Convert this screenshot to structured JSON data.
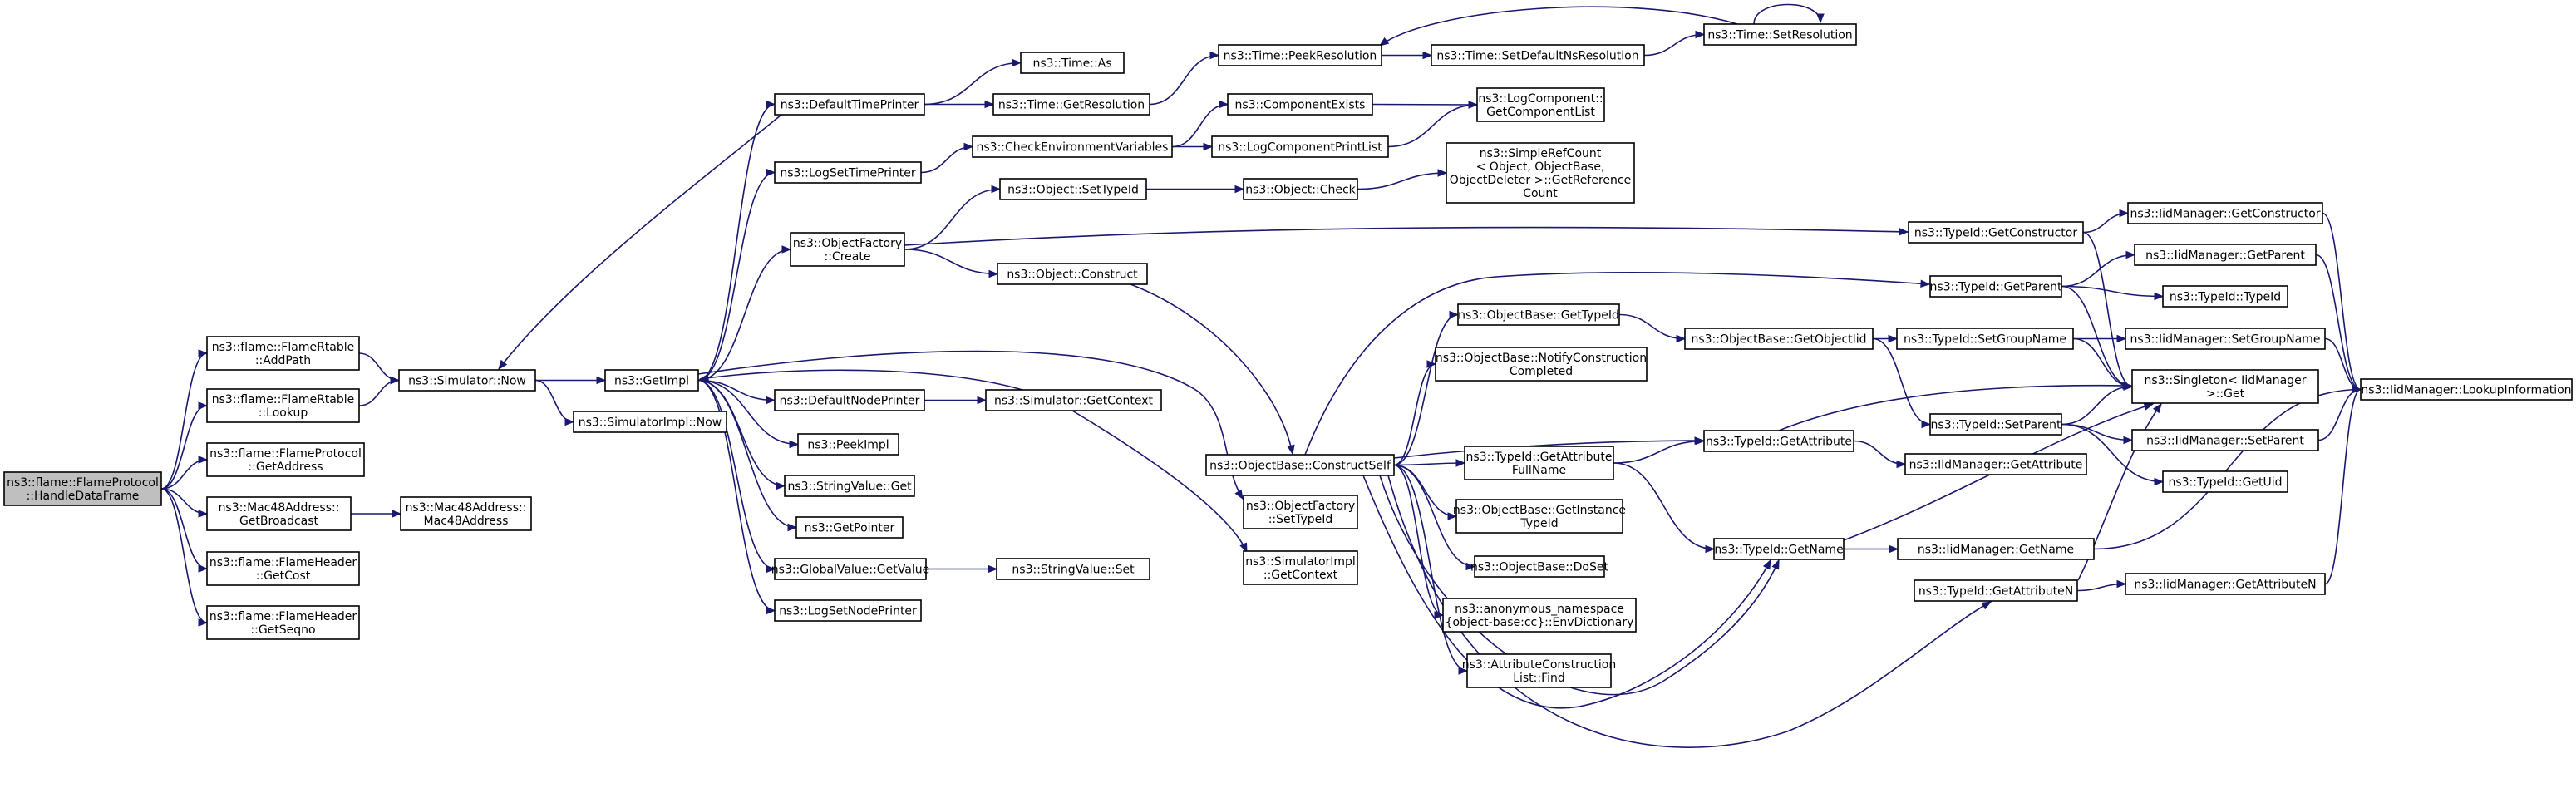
{
  "title": "",
  "colors": {
    "edge": "#191970",
    "root_fill": "#bfbfbf",
    "node_fill": "#ffffff",
    "border": "#000000"
  },
  "nodes": [
    {
      "id": "root",
      "lines": [
        "ns3::flame::FlameProtocol",
        "::HandleDataFrame"
      ],
      "current": true
    },
    {
      "id": "addpath",
      "lines": [
        "ns3::flame::FlameRtable",
        "::AddPath"
      ]
    },
    {
      "id": "lookup",
      "lines": [
        "ns3::flame::FlameRtable",
        "::Lookup"
      ]
    },
    {
      "id": "getaddress",
      "lines": [
        "ns3::flame::FlameProtocol",
        "::GetAddress"
      ]
    },
    {
      "id": "getbroadcast",
      "lines": [
        "ns3::Mac48Address::",
        "GetBroadcast"
      ]
    },
    {
      "id": "mac48",
      "lines": [
        "ns3::Mac48Address::",
        "Mac48Address"
      ]
    },
    {
      "id": "getcost",
      "lines": [
        "ns3::flame::FlameHeader",
        "::GetCost"
      ]
    },
    {
      "id": "getseqno",
      "lines": [
        "ns3::flame::FlameHeader",
        "::GetSeqno"
      ]
    },
    {
      "id": "simnow",
      "lines": [
        "ns3::Simulator::Now"
      ]
    },
    {
      "id": "simimplnow",
      "lines": [
        "ns3::SimulatorImpl::Now"
      ]
    },
    {
      "id": "getimpl",
      "lines": [
        "ns3::GetImpl"
      ]
    },
    {
      "id": "defaulttimeprinter",
      "lines": [
        "ns3::DefaultTimePrinter"
      ]
    },
    {
      "id": "logsettimeprinter",
      "lines": [
        "ns3::LogSetTimePrinter"
      ]
    },
    {
      "id": "objfactorycreate",
      "lines": [
        "ns3::ObjectFactory",
        "::Create"
      ]
    },
    {
      "id": "defaultnodeprinter",
      "lines": [
        "ns3::DefaultNodePrinter"
      ]
    },
    {
      "id": "peekimpl",
      "lines": [
        "ns3::PeekImpl"
      ]
    },
    {
      "id": "stringvalueget",
      "lines": [
        "ns3::StringValue::Get"
      ]
    },
    {
      "id": "getpointer",
      "lines": [
        "ns3::GetPointer"
      ]
    },
    {
      "id": "globalvalueget",
      "lines": [
        "ns3::GlobalValue::GetValue"
      ]
    },
    {
      "id": "logsetnodeprinter",
      "lines": [
        "ns3::LogSetNodePrinter"
      ]
    },
    {
      "id": "timeas",
      "lines": [
        "ns3::Time::As"
      ]
    },
    {
      "id": "timegetres",
      "lines": [
        "ns3::Time::GetResolution"
      ]
    },
    {
      "id": "checkenv",
      "lines": [
        "ns3::CheckEnvironmentVariables"
      ]
    },
    {
      "id": "objsettypeid",
      "lines": [
        "ns3::Object::SetTypeId"
      ]
    },
    {
      "id": "objconstruct",
      "lines": [
        "ns3::Object::Construct"
      ]
    },
    {
      "id": "simgetcontext",
      "lines": [
        "ns3::Simulator::GetContext"
      ]
    },
    {
      "id": "stringvalueset",
      "lines": [
        "ns3::StringValue::Set"
      ]
    },
    {
      "id": "timepeekres",
      "lines": [
        "ns3::Time::PeekResolution"
      ]
    },
    {
      "id": "componentexists",
      "lines": [
        "ns3::ComponentExists"
      ]
    },
    {
      "id": "logcompprintlist",
      "lines": [
        "ns3::LogComponentPrintList"
      ]
    },
    {
      "id": "objcheck",
      "lines": [
        "ns3::Object::Check"
      ]
    },
    {
      "id": "objbaseconstructself",
      "lines": [
        "ns3::ObjectBase::ConstructSelf"
      ]
    },
    {
      "id": "objfactorysettypeid",
      "lines": [
        "ns3::ObjectFactory",
        "::SetTypeId"
      ]
    },
    {
      "id": "simimplgetcontext",
      "lines": [
        "ns3::SimulatorImpl",
        "::GetContext"
      ]
    },
    {
      "id": "timesetdefaultns",
      "lines": [
        "ns3::Time::SetDefaultNsResolution"
      ]
    },
    {
      "id": "logcompgetlist",
      "lines": [
        "ns3::LogComponent::",
        "GetComponentList"
      ]
    },
    {
      "id": "simplerefcount",
      "lines": [
        "ns3::SimpleRefCount",
        "< Object, ObjectBase,",
        "ObjectDeleter >::GetReference",
        "Count"
      ]
    },
    {
      "id": "objbasegettypeid",
      "lines": [
        "ns3::ObjectBase::GetTypeId"
      ]
    },
    {
      "id": "objbasenotify",
      "lines": [
        "ns3::ObjectBase::NotifyConstruction",
        "Completed"
      ]
    },
    {
      "id": "typeidgetattrfullname",
      "lines": [
        "ns3::TypeId::GetAttribute",
        "FullName"
      ]
    },
    {
      "id": "objbasegetinstance",
      "lines": [
        "ns3::ObjectBase::GetInstance",
        "TypeId"
      ]
    },
    {
      "id": "objbasedoset",
      "lines": [
        "ns3::ObjectBase::DoSet"
      ]
    },
    {
      "id": "anonenvdict",
      "lines": [
        "ns3::anonymous_namespace",
        "{object-base:cc}::EnvDictionary"
      ]
    },
    {
      "id": "attrconstructionfind",
      "lines": [
        "ns3::AttributeConstruction",
        "List::Find"
      ]
    },
    {
      "id": "timesetres",
      "lines": [
        "ns3::Time::SetResolution"
      ]
    },
    {
      "id": "typeidgetconstructor",
      "lines": [
        "ns3::TypeId::GetConstructor"
      ]
    },
    {
      "id": "typeidgetparent",
      "lines": [
        "ns3::TypeId::GetParent"
      ]
    },
    {
      "id": "objbasegetobjectiid",
      "lines": [
        "ns3::ObjectBase::GetObjectIid"
      ]
    },
    {
      "id": "typeidgetattribute",
      "lines": [
        "ns3::TypeId::GetAttribute"
      ]
    },
    {
      "id": "typeidgetname",
      "lines": [
        "ns3::TypeId::GetName"
      ]
    },
    {
      "id": "typeidgetattributen",
      "lines": [
        "ns3::TypeId::GetAttributeN"
      ]
    },
    {
      "id": "typeidsetgroupname",
      "lines": [
        "ns3::TypeId::SetGroupName"
      ]
    },
    {
      "id": "typeidsetparent",
      "lines": [
        "ns3::TypeId::SetParent"
      ]
    },
    {
      "id": "iidgetattribute",
      "lines": [
        "ns3::IidManager::GetAttribute"
      ]
    },
    {
      "id": "iidgetname",
      "lines": [
        "ns3::IidManager::GetName"
      ]
    },
    {
      "id": "iidgetconstructor",
      "lines": [
        "ns3::IidManager::GetConstructor"
      ]
    },
    {
      "id": "iidgetparent",
      "lines": [
        "ns3::IidManager::GetParent"
      ]
    },
    {
      "id": "typeidtypeid",
      "lines": [
        "ns3::TypeId::TypeId"
      ]
    },
    {
      "id": "iidsetgroupname",
      "lines": [
        "ns3::IidManager::SetGroupName"
      ]
    },
    {
      "id": "singletonget",
      "lines": [
        "ns3::Singleton< IidManager",
        ">::Get"
      ]
    },
    {
      "id": "iidsetparent",
      "lines": [
        "ns3::IidManager::SetParent"
      ]
    },
    {
      "id": "typeidgetuid",
      "lines": [
        "ns3::TypeId::GetUid"
      ]
    },
    {
      "id": "iidgetattributen",
      "lines": [
        "ns3::IidManager::GetAttributeN"
      ]
    },
    {
      "id": "iidlookupinfo",
      "lines": [
        "ns3::IidManager::LookupInformation"
      ]
    }
  ]
}
